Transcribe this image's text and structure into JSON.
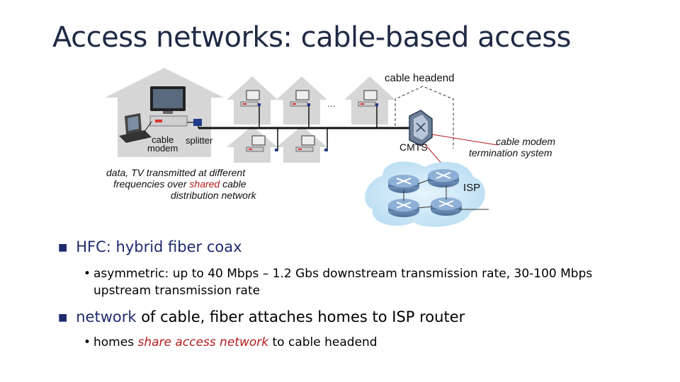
{
  "title": "Access networks: cable-based access",
  "diagram": {
    "cable_headend": "cable headend",
    "ellipsis": "...",
    "cable_modem": "cable\nmodem",
    "splitter": "splitter",
    "cmts": "CMTS",
    "cmts_desc_line1": "cable modem",
    "cmts_desc_line2": "termination system",
    "isp": "ISP",
    "caption_line1": "data, TV transmitted at different",
    "caption_line2_pre": "frequencies over ",
    "caption_line2_red": "shared",
    "caption_line2_post": " cable",
    "caption_line3": "distribution network",
    "colors": {
      "accent_red": "#b31b1b",
      "title_blue": "#1f2a44",
      "cloud": "#c9e6f7",
      "router": "#5f7fa8"
    }
  },
  "bullets": {
    "hfc": "HFC: hybrid fiber coax",
    "asym_line1": "asymmetric: up to 40 Mbps – 1.2 Gbs downstream transmission rate, 30-100 Mbps",
    "asym_line2": "upstream transmission rate",
    "network_word": "network",
    "network_rest": " of cable, fiber attaches homes to ISP router",
    "homes_pre": "homes ",
    "homes_em": "share access network",
    "homes_post": " to cable headend"
  },
  "icons": {
    "square_bullet": "square-bullet-icon",
    "dot_bullet": "dot-bullet-icon"
  }
}
